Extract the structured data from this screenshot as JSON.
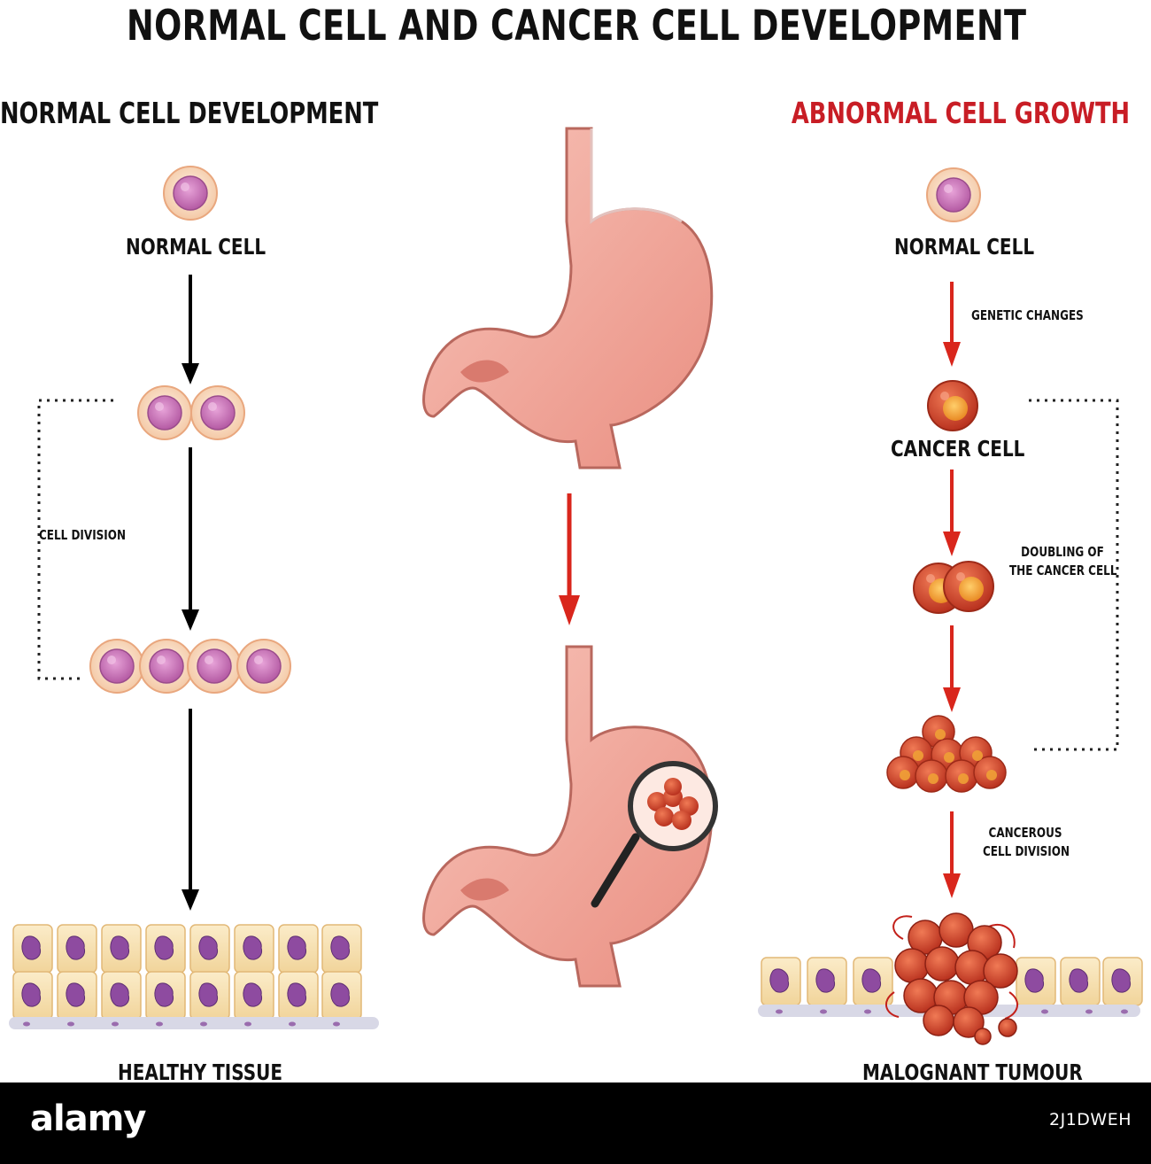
{
  "title": "NORMAL CELL AND CANCER CELL DEVELOPMENT",
  "left": {
    "heading": "NORMAL CELL DEVELOPMENT",
    "normal_cell": "NORMAL CELL",
    "cell_division": "CELL DIVISION",
    "healthy_tissue": "HEALTHY TISSUE"
  },
  "right": {
    "heading": "ABNORMAL CELL GROWTH",
    "normal_cell": "NORMAL CELL",
    "genetic_changes": "GENETIC CHANGES",
    "cancer_cell": "CANCER CELL",
    "doubling_line1": "DOUBLING OF",
    "doubling_line2": "THE CANCER CELL",
    "cancerous_line1": "CANCEROUS",
    "cancerous_line2": "CELL DIVISION",
    "malignant_tumour": "MALOGNANT TUMOUR"
  },
  "watermark": {
    "logo": "alamy",
    "image_id": "2J1DWEH"
  },
  "colors": {
    "heading_red": "#c81d25",
    "arrow_red": "#d9261c",
    "stomach": "#f0a59a",
    "normal_nucleus": "#c86fb4",
    "tissue_cell": "#f7dfb0",
    "cancer_cell": "#d64a2e"
  }
}
